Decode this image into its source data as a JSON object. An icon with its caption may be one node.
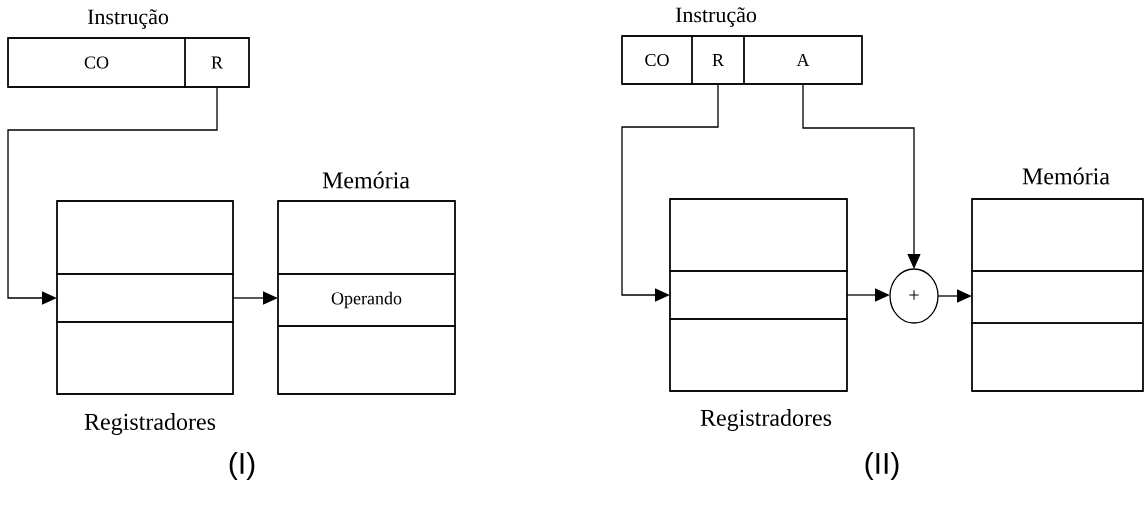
{
  "diagram": {
    "nodes": [
      {
        "text": [
          "Instrução"
        ]
      },
      {
        "text": [
          "CO"
        ],
        "in": 0
      },
      {
        "text": [
          "R"
        ],
        "in": 0
      },
      {
        "text": [
          "Registradores"
        ]
      },
      {
        "text": [],
        "shape": "box",
        "in": 3
      },
      {
        "text": [],
        "shape": "box",
        "in": 3
      },
      {
        "text": [],
        "shape": "box",
        "in": 3
      },
      {
        "text": [
          "Memória"
        ]
      },
      {
        "text": [],
        "shape": "box",
        "in": 7
      },
      {
        "text": [
          "Operando"
        ],
        "in": 7
      },
      {
        "text": [],
        "shape": "box",
        "in": 7
      },
      {
        "text": [
          "Instrução"
        ]
      },
      {
        "text": [
          "CO"
        ],
        "in": 11
      },
      {
        "text": [
          "R"
        ],
        "in": 11
      },
      {
        "text": [
          "A"
        ],
        "in": 11
      },
      {
        "text": [
          "Registradores"
        ]
      },
      {
        "text": [],
        "shape": "box",
        "in": 15
      },
      {
        "text": [],
        "shape": "box",
        "in": 15
      },
      {
        "text": [],
        "shape": "box",
        "in": 15
      },
      {
        "text": [
          "+"
        ]
      },
      {
        "text": [
          "Memória"
        ]
      },
      {
        "text": [],
        "shape": "box",
        "in": 20
      },
      {
        "text": [],
        "shape": "box",
        "in": 20
      },
      {
        "text": [],
        "shape": "box",
        "in": 20
      }
    ],
    "edges": [
      {
        "from": 2,
        "to": 5,
        "arrow": "to"
      },
      {
        "from": 5,
        "to": 9,
        "arrow": "to"
      },
      {
        "from": 13,
        "to": 17,
        "arrow": "to"
      },
      {
        "from": 14,
        "to": 19,
        "arrow": "to"
      },
      {
        "from": 17,
        "to": 19,
        "arrow": "to"
      },
      {
        "from": 19,
        "to": 22,
        "arrow": "to"
      }
    ],
    "labels": [
      "(I)",
      "(II)"
    ]
  }
}
